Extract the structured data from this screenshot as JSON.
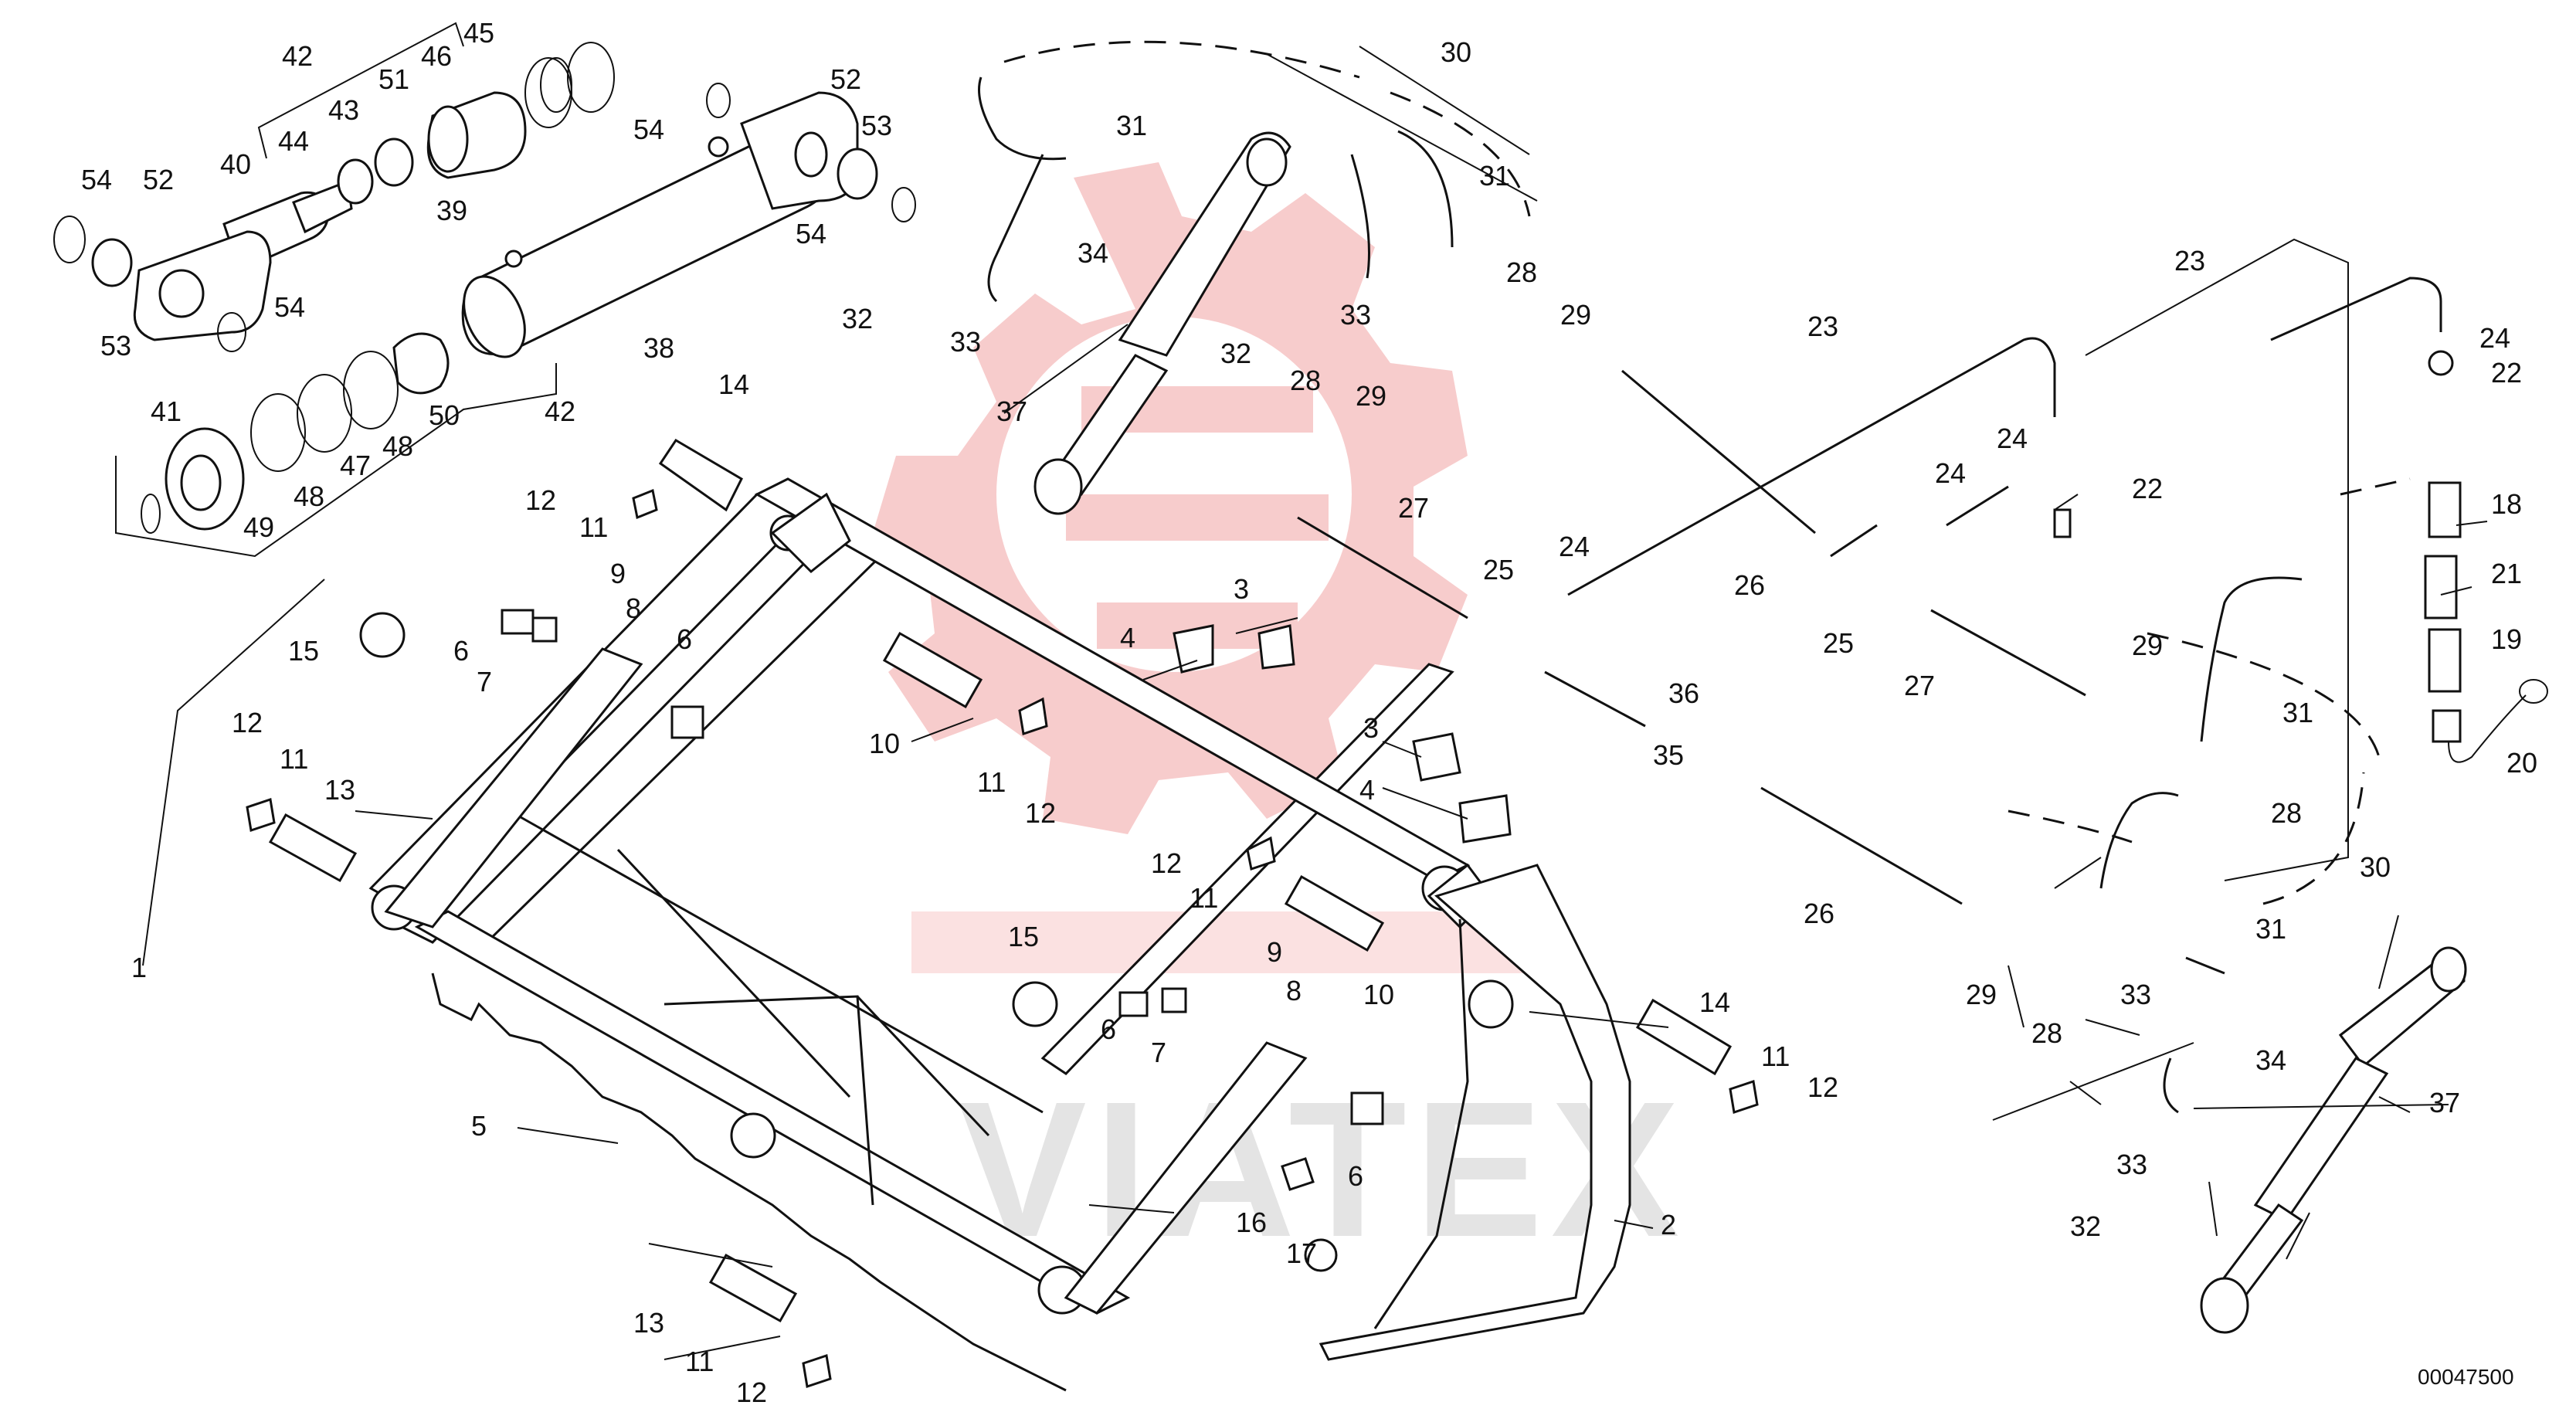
{
  "document_number": "00047500",
  "watermark": {
    "text": "VIATEX",
    "logo_color": "#f6c3c3"
  },
  "callouts": [
    "1",
    "2",
    "3",
    "4",
    "5",
    "6",
    "7",
    "8",
    "9",
    "10",
    "11",
    "12",
    "13",
    "14",
    "15",
    "16",
    "17",
    "18",
    "19",
    "20",
    "21",
    "22",
    "23",
    "24",
    "25",
    "26",
    "27",
    "28",
    "29",
    "30",
    "31",
    "32",
    "33",
    "34",
    "35",
    "36",
    "37",
    "38",
    "39",
    "40",
    "41",
    "42",
    "43",
    "44",
    "45",
    "46",
    "47",
    "48",
    "49",
    "50",
    "51",
    "52",
    "53",
    "54"
  ],
  "colors": {
    "line": "#111111",
    "background": "#ffffff"
  }
}
